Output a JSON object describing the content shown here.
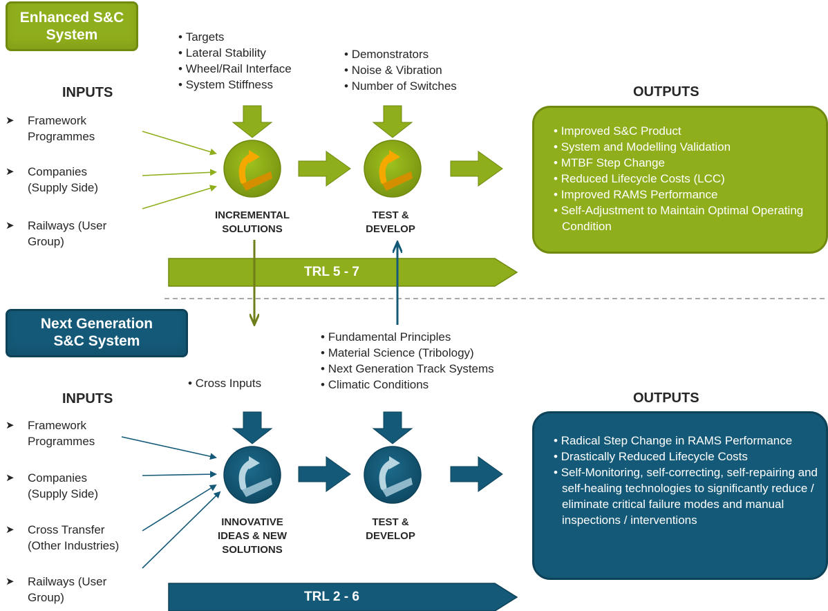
{
  "colors": {
    "green": "#8fae1b",
    "green_dark": "#6f8a0f",
    "blue": "#145977",
    "blue_dark": "#0e4259",
    "orange": "#f5a800"
  },
  "top": {
    "title_line1": "Enhanced S&C",
    "title_line2": "System",
    "inputs_header": "INPUTS",
    "outputs_header": "OUTPUTS",
    "inputs": [
      [
        "Framework",
        "Programmes"
      ],
      [
        "Companies",
        "(Supply Side)"
      ],
      [
        "Railways (User",
        "Group)"
      ]
    ],
    "stage1_bullets": [
      "Targets",
      "Lateral Stability",
      "Wheel/Rail Interface",
      "System Stiffness"
    ],
    "stage2_bullets": [
      "Demonstrators",
      "Noise & Vibration",
      "Number of Switches"
    ],
    "stage1_label": [
      "INCREMENTAL",
      "SOLUTIONS"
    ],
    "stage2_label": [
      "TEST &",
      "DEVELOP"
    ],
    "outputs": [
      "Improved S&C Product",
      "System and Modelling Validation",
      "MTBF Step Change",
      "Reduced Lifecycle Costs (LCC)",
      "Improved RAMS Performance",
      "Self-Adjustment to Maintain Optimal Operating Condition"
    ],
    "trl": "TRL 5 - 7",
    "icon": "cycle-arrow-icon"
  },
  "bottom": {
    "title_line1": "Next Generation",
    "title_line2": "S&C System",
    "inputs_header": "INPUTS",
    "outputs_header": "OUTPUTS",
    "inputs": [
      [
        "Framework",
        "Programmes"
      ],
      [
        "Companies",
        "(Supply Side)"
      ],
      [
        "Cross Transfer",
        "(Other Industries)"
      ],
      [
        "Railways (User",
        "Group)"
      ]
    ],
    "stage1_bullets": [
      "Cross Inputs"
    ],
    "stage2_bullets": [
      "Fundamental Principles",
      "Material Science (Tribology)",
      "Next Generation Track Systems",
      "Climatic Conditions"
    ],
    "stage1_label": [
      "INNOVATIVE",
      "IDEAS & NEW",
      "SOLUTIONS"
    ],
    "stage2_label": [
      "TEST &",
      "DEVELOP"
    ],
    "outputs": [
      "Radical Step Change in RAMS Performance",
      "Drastically Reduced Lifecycle Costs",
      "Self-Monitoring, self-correcting, self-repairing and self-healing technologies to significantly reduce / eliminate critical failure modes and manual inspections / interventions"
    ],
    "trl": "TRL 2 - 6",
    "icon": "cycle-arrow-icon"
  }
}
